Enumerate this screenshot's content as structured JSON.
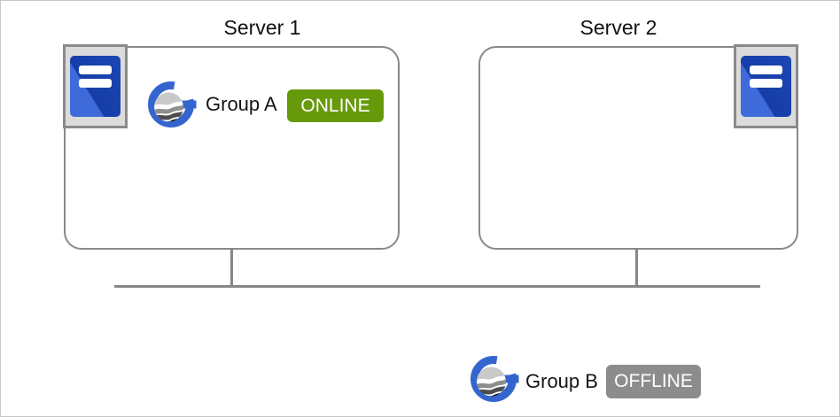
{
  "page": {
    "background": "#ffffff",
    "border_color": "#c9c9c9"
  },
  "servers": [
    {
      "title": "Server 1"
    },
    {
      "title": "Server 2"
    }
  ],
  "groups": [
    {
      "name": "Group A",
      "status": "ONLINE",
      "badge_color": "#679a0b",
      "location": "inside Server 1"
    },
    {
      "name": "Group B",
      "status": "OFFLINE",
      "badge_color": "#8c8c8c",
      "location": "below network, unassigned"
    }
  ],
  "network": {
    "line_color": "#878787"
  },
  "icons": {
    "server": "server-tower-icon",
    "group": "group-g-globe-icon"
  },
  "colors": {
    "box_border": "#898989",
    "tower_blue_light": "#3e6bd9",
    "tower_blue_dark": "#1c47b4",
    "logo_blue": "#3465cf",
    "online_green": "#679a0b",
    "offline_gray": "#8c8c8c",
    "icon_frame_fill": "#dbdbdb",
    "text_color": "#111111"
  }
}
